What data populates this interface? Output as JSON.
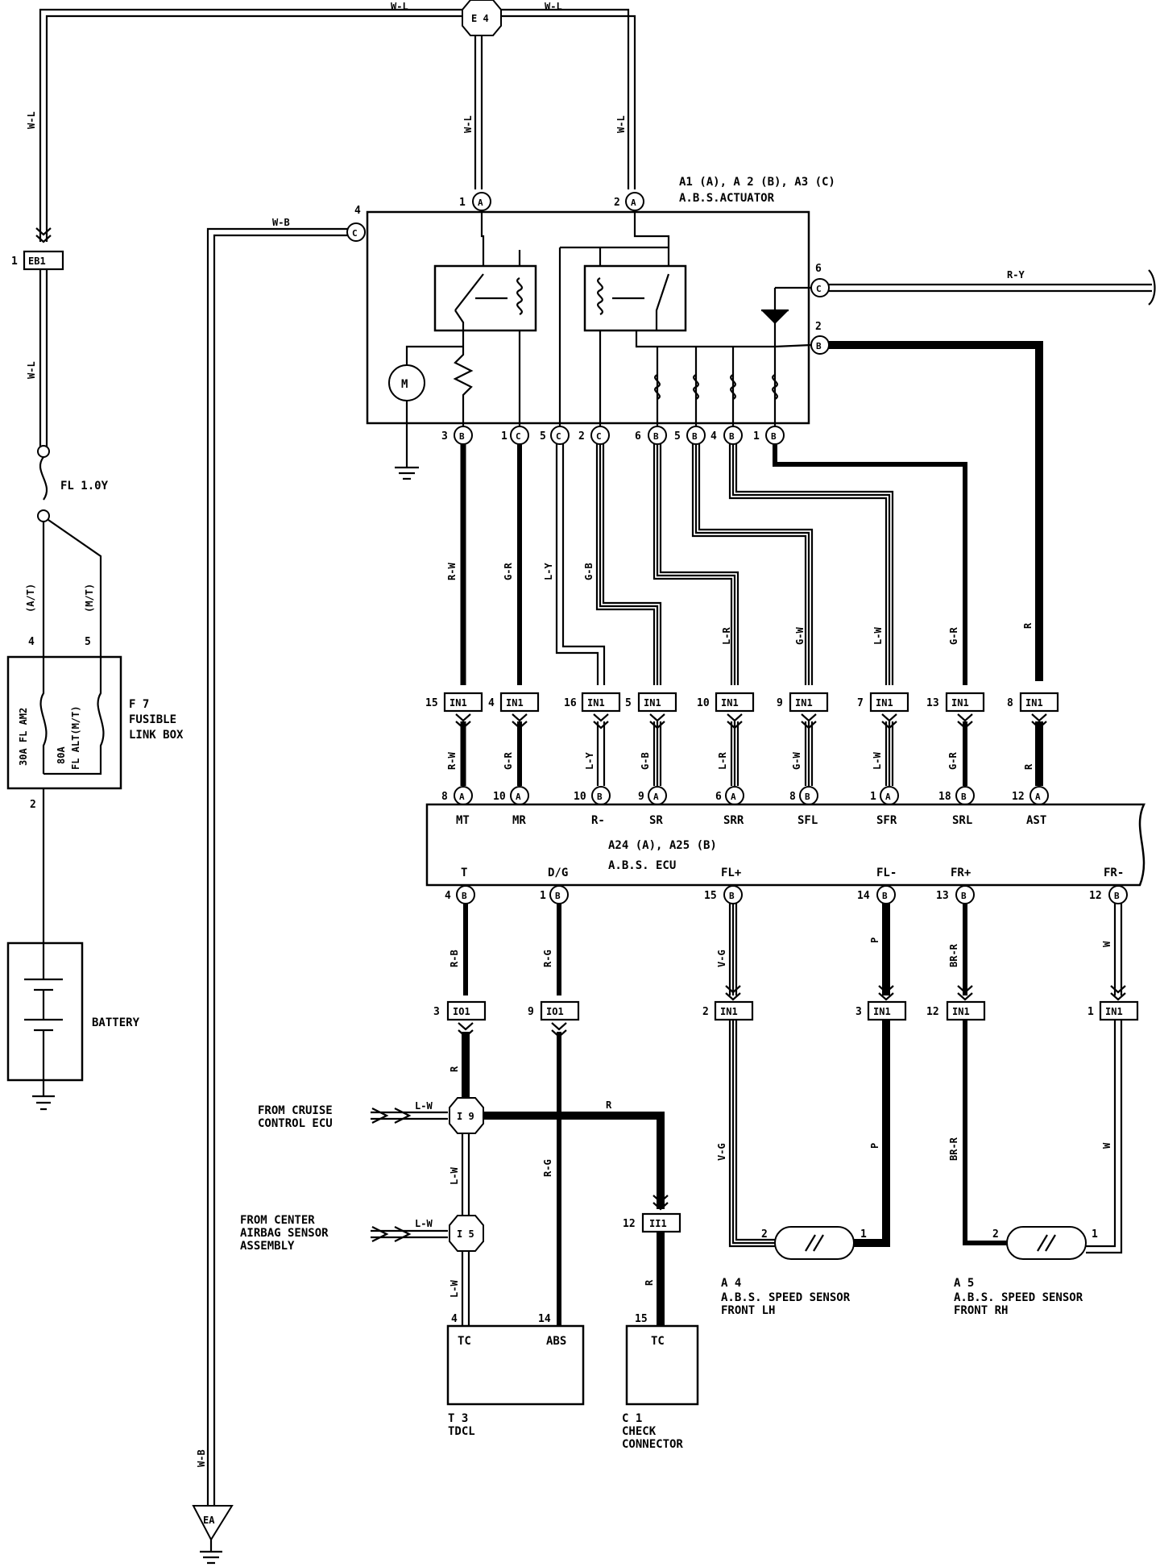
{
  "labels": {
    "wire_wl": "W-L",
    "wire_wb": "W-B",
    "wire_ry": "R-Y",
    "wire_rw": "R-W",
    "wire_gr": "G-R",
    "wire_ly": "L-Y",
    "wire_gb": "G-B",
    "wire_lr": "L-R",
    "wire_gw": "G-W",
    "wire_lw": "L-W",
    "wire_r": "R",
    "wire_rb": "R-B",
    "wire_rg": "R-G",
    "wire_vg": "V-G",
    "wire_p": "P",
    "wire_brr": "BR-R",
    "wire_w": "W",
    "fusible_link": "FL 1.0Y",
    "at": "(A/T)",
    "mt": "(M/T)",
    "fl_am2": "30A FL AM2",
    "fl_alt_amp": "80A",
    "fl_alt": "FL ALT(M/T)",
    "f7_id": "F 7",
    "f7_name1": "FUSIBLE",
    "f7_name2": "LINK BOX",
    "battery": "BATTERY",
    "actuator_id": "A1 (A), A 2 (B), A3 (C)",
    "actuator_name": "A.B.S.ACTUATOR",
    "ecu_id": "A24 (A), A25 (B)",
    "ecu_name": "A.B.S. ECU",
    "ecu_pin_mt": "MT",
    "ecu_pin_mr": "MR",
    "ecu_pin_rminus": "R-",
    "ecu_pin_sr": "SR",
    "ecu_pin_srr": "SRR",
    "ecu_pin_sfl": "SFL",
    "ecu_pin_sfr": "SFR",
    "ecu_pin_srl": "SRL",
    "ecu_pin_ast": "AST",
    "ecu_pin_t": "T",
    "ecu_pin_dg": "D/G",
    "ecu_pin_flp": "FL+",
    "ecu_pin_flm": "FL-",
    "ecu_pin_frp": "FR+",
    "ecu_pin_frm": "FR-",
    "from_cruise1": "FROM CRUISE",
    "from_cruise2": "CONTROL ECU",
    "from_airbag1": "FROM CENTER",
    "from_airbag2": "AIRBAG SENSOR",
    "from_airbag3": "ASSEMBLY",
    "tdcl_tc": "TC",
    "tdcl_abs": "ABS",
    "tdcl_id": "T 3",
    "tdcl_name": "TDCL",
    "check_tc": "TC",
    "check_id": "C 1",
    "check_name1": "CHECK",
    "check_name2": "CONNECTOR",
    "sensor_lh_id": "A 4",
    "sensor_lh_name1": "A.B.S. SPEED SENSOR",
    "sensor_lh_name2": "FRONT LH",
    "sensor_rh_id": "A 5",
    "sensor_rh_name1": "A.B.S. SPEED SENSOR",
    "sensor_rh_name2": "FRONT RH",
    "ground_ea": "EA",
    "motor_m": "M"
  },
  "connectors": {
    "eb1": "EB1",
    "in1": "IN1",
    "io1": "IO1",
    "ii1": "II1",
    "e4": "E 4",
    "i9": "I 9",
    "i5": "I 5"
  },
  "terminal_letters": {
    "a": "A",
    "b": "B",
    "c": "C"
  },
  "pins": {
    "act_1": "1",
    "act_2": "2",
    "act_4": "4",
    "act_6": "6",
    "act_2b": "2",
    "act_bot_3": "3",
    "act_bot_1": "1",
    "act_bot_5": "5",
    "act_bot_2": "2",
    "act_bot_6": "6",
    "act_bot_5b": "5",
    "act_bot_4": "4",
    "act_bot_1b": "1",
    "eb1_pin": "1",
    "f7_4": "4",
    "f7_5": "5",
    "f7_2": "2",
    "in1_15": "15",
    "in1_4": "4",
    "in1_16": "16",
    "in1_5": "5",
    "in1_10": "10",
    "in1_9": "9",
    "in1_7": "7",
    "in1_13": "13",
    "in1_8": "8",
    "ecu_8": "8",
    "ecu_10a": "10",
    "ecu_10b": "10",
    "ecu_9": "9",
    "ecu_6": "6",
    "ecu_8b": "8",
    "ecu_1": "1",
    "ecu_18": "18",
    "ecu_12": "12",
    "ecu_b4": "4",
    "ecu_b1": "1",
    "ecu_b15": "15",
    "ecu_b14": "14",
    "ecu_b13": "13",
    "ecu_b12": "12",
    "io1_3": "3",
    "io1_9": "9",
    "in1b_2": "2",
    "in1b_3": "3",
    "in1b_12": "12",
    "in1b_1": "1",
    "ii1_12": "12",
    "tdcl_4": "4",
    "tdcl_14": "14",
    "check_15": "15",
    "s_lh_2": "2",
    "s_lh_1": "1",
    "s_rh_2": "2",
    "s_rh_1": "1"
  }
}
